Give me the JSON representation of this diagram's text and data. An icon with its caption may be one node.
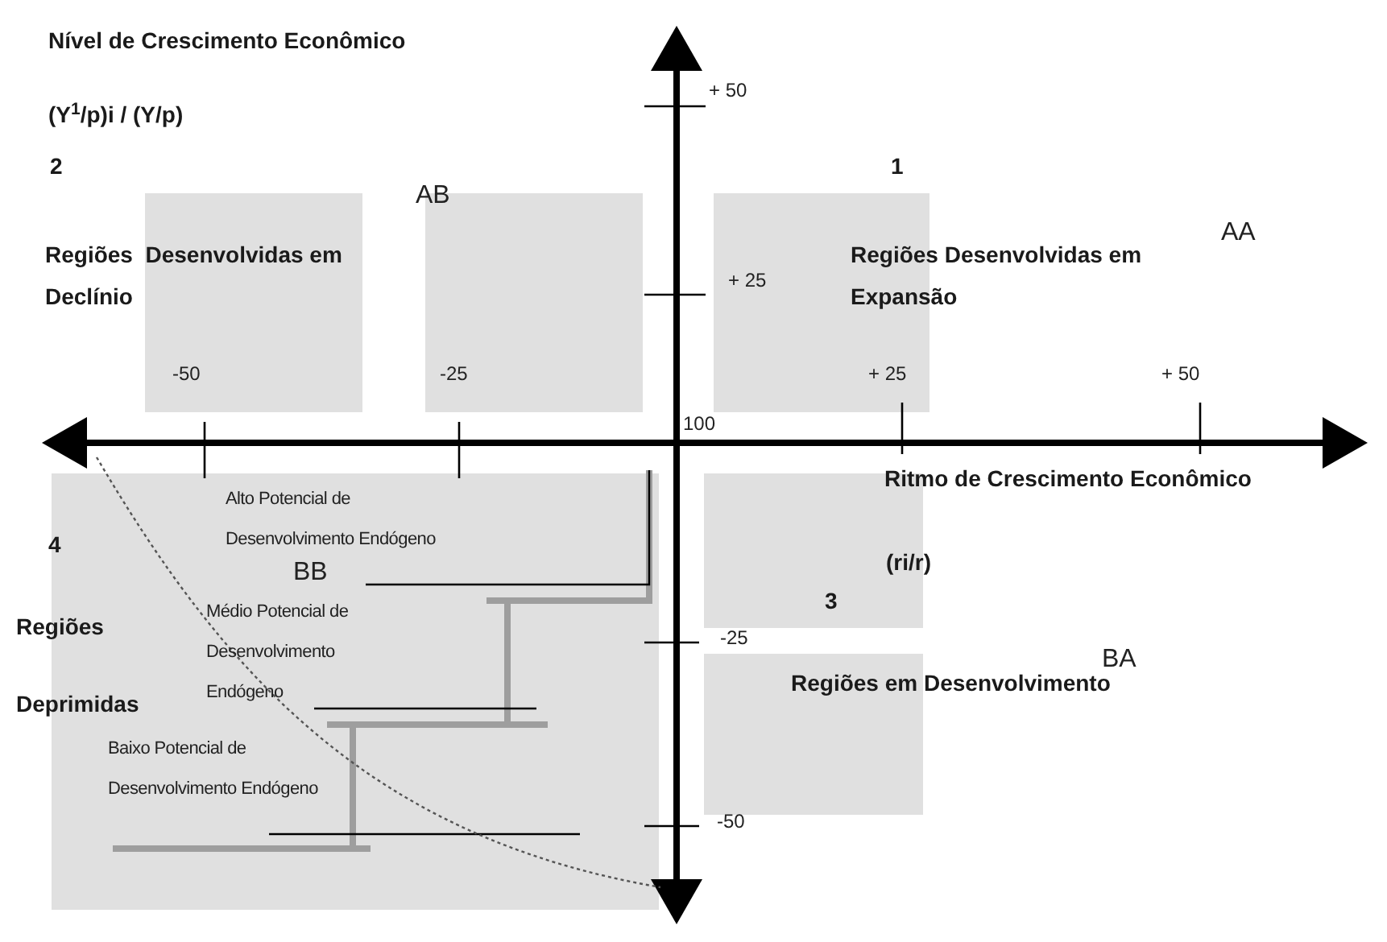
{
  "diagram": {
    "labels": [
      "Nível de Crescimento Econômico",
      "(Y$^{1}$/p)i / (Y/p)",
      "+ 50",
      "2",
      "1",
      "AB",
      "AA",
      "Regiões  Desenvolvidas em Declínio",
      "Regiões Desenvolvidas em Expansão",
      "+ 25",
      "-50",
      "-25",
      "+ 25",
      "+ 50",
      "100",
      "Ritmo de Crescimento Econômico",
      "Alto Potencial de Desenvolvimento Endógeno",
      "4",
      "BB",
      "(ri/r)",
      "3",
      "Regiões",
      "Médio Potencial de Desenvolvimento Endógeno",
      "-25",
      "BA",
      "Regiões em Desenvolvimento",
      "Deprimidas",
      "Baixo Potencial de Desenvolvimento Endógeno",
      "-50"
    ]
  }
}
